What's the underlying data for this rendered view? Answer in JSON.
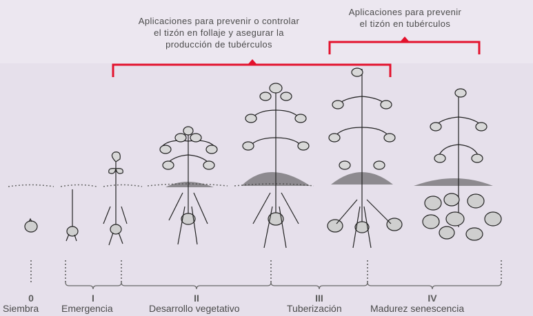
{
  "annotations": {
    "foliage_text": "Aplicaciones para prevenir o controlar\nel tizón en follaje y asegurar la\nproducción de tubérculos",
    "tuber_text": "Aplicaciones para prevenir\nel tizón en tubérculos",
    "bracket_color": "#e3122d"
  },
  "stages": [
    {
      "number": "0",
      "label": "Siembra"
    },
    {
      "number": "I",
      "label": "Emergencia"
    },
    {
      "number": "II",
      "label": "Desarrollo vegetativo"
    },
    {
      "number": "III",
      "label": "Tuberización"
    },
    {
      "number": "IV",
      "label": "Madurez senescencia"
    }
  ]
}
